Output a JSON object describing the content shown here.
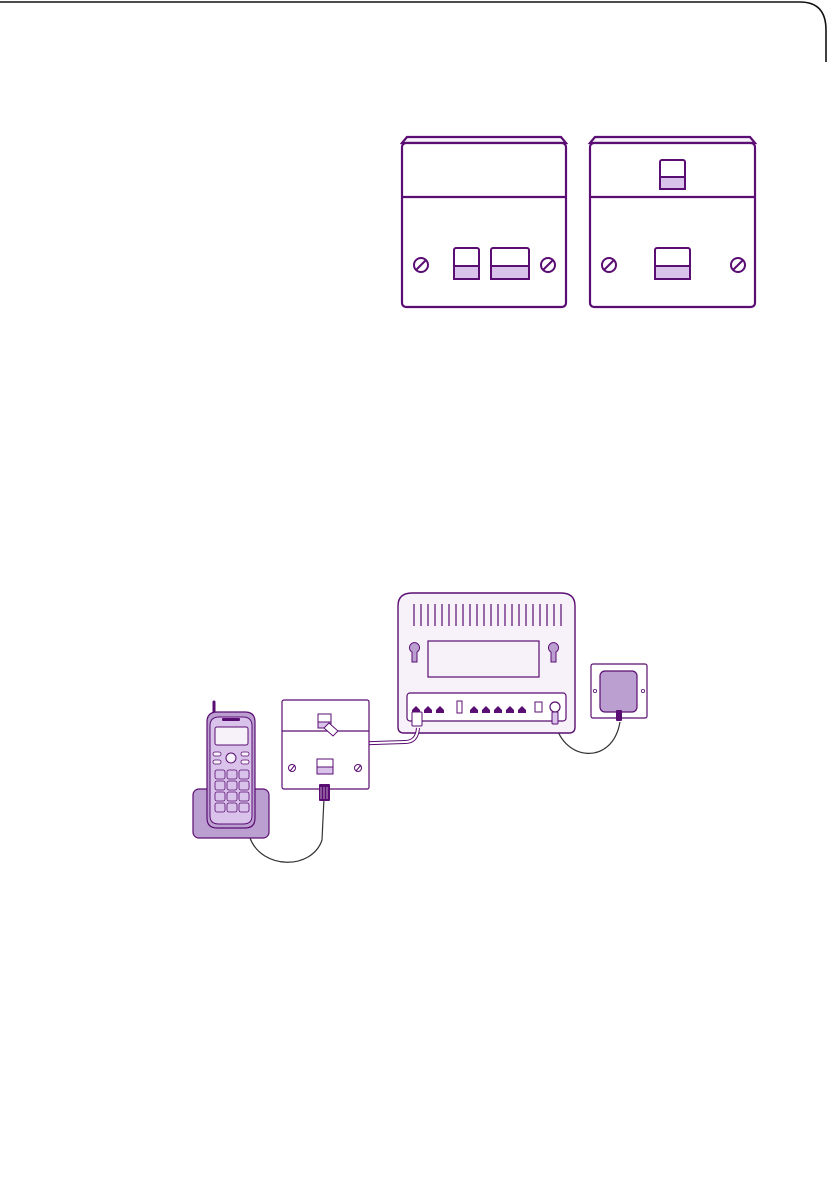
{
  "colors": {
    "outline": "#5a0d72",
    "fill_light": "#f7f2fa",
    "fill_mid": "#d9c3ea",
    "fill_phone": "#bb9fd0",
    "line_dark": "#333333"
  },
  "figures": [
    {
      "name": "master-socket-twin-port"
    },
    {
      "name": "master-socket-with-filter-port"
    },
    {
      "name": "hub-connection-diagram"
    }
  ],
  "icons": [
    "screw-icon",
    "phone-socket-icon",
    "ethernet-port-icon",
    "power-port-icon"
  ]
}
